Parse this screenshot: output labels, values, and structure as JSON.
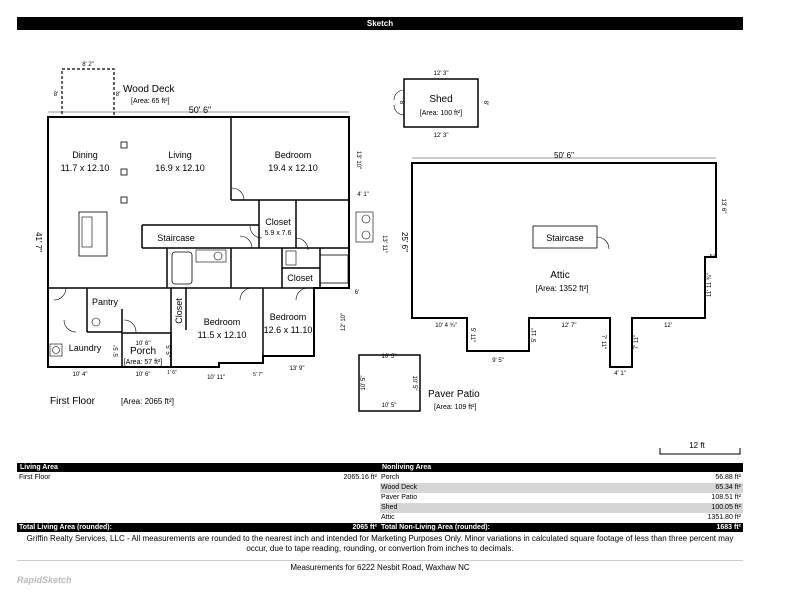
{
  "header": {
    "title": "Sketch"
  },
  "plan": {
    "floor_label": "First Floor",
    "floor_area": "[Area: 2065 ft²]",
    "wood_deck": {
      "name": "Wood Deck",
      "area": "[Area: 65 ft²]",
      "dim_w": "8' 2\"",
      "dim_h1": "8'",
      "dim_h2": "8'"
    },
    "shed": {
      "name": "Shed",
      "area": "[Area: 100 ft²]",
      "dim_top": "12' 3\"",
      "dim_bottom": "12' 3\"",
      "dim_left": "8'",
      "dim_right": "8'"
    },
    "attic": {
      "name": "Attic",
      "area": "[Area: 1352 ft²]",
      "staircase": "Staircase",
      "dim_top": "50' 6\"",
      "dim_left": "25' 6\"",
      "dim_r1": "13' 6\"",
      "dim_r2": "2'",
      "dim_r3": "11' 11 ¾\"",
      "dim_b1": "10' 4 ¾\"",
      "dim_b2": "5' 11\"",
      "dim_b3": "9' 5\"",
      "dim_b4": "5' 11\"",
      "dim_b5": "12' 7\"",
      "dim_b6": "7' 11\"",
      "dim_b7": "4' 1\"",
      "dim_b8": "7' 11\"",
      "dim_b9": "12'"
    },
    "paver": {
      "name": "Paver Patio",
      "area": "[Area: 109 ft²]",
      "dim_top": "10' 5\"",
      "dim_bottom": "10' 5\"",
      "dim_left": "10' 5\"",
      "dim_right": "10' 5\""
    },
    "rooms": {
      "dining": {
        "name": "Dining",
        "size": "11.7 x 12.10"
      },
      "living": {
        "name": "Living",
        "size": "16.9 x 12.10"
      },
      "bedroom1": {
        "name": "Bedroom",
        "size": "19.4 x 12.10"
      },
      "closet1": {
        "name": "Closet",
        "size": "5.9 x 7.6"
      },
      "staircase": {
        "name": "Staircase"
      },
      "closet2": {
        "name": "Closet"
      },
      "pantry": {
        "name": "Pantry"
      },
      "laundry": {
        "name": "Laundry"
      },
      "closet3": {
        "name": "Closet"
      },
      "porch": {
        "name": "Porch",
        "area": "[Area: 57 ft²]"
      },
      "bedroom2": {
        "name": "Bedroom",
        "size": "11.5 x 12.10"
      },
      "bedroom3": {
        "name": "Bedroom",
        "size": "12.6 x 11.10"
      }
    },
    "dims": {
      "top": "50' 6\"",
      "right1": "13' 10\"",
      "right2": "4' 1\"",
      "right3": "13' 11\"",
      "right4": "6'",
      "right5": "12' 10\"",
      "left": "41' 7\"",
      "bottom1": "10' 4\"",
      "bottom2": "10' 6\"",
      "bottom3": "10' 11\"",
      "bottom4": "13' 9\"",
      "porch_top": "10' 6\"",
      "porch_left": "5' 5\"",
      "porch_right": "5' 5\"",
      "small1": "1' 6\"",
      "small2": "5' 7\""
    },
    "scale": "12 ft"
  },
  "table": {
    "living_header": "Living Area",
    "living_rows": [
      {
        "label": "First Floor",
        "value": "2065.16 ft²"
      }
    ],
    "living_total_label": "Total Living Area (rounded):",
    "living_total_value": "2065 ft²",
    "nonliving_header": "Nonliving Area",
    "nonliving_rows": [
      {
        "label": "Porch",
        "value": "56.88 ft²"
      },
      {
        "label": "Wood Deck",
        "value": "65.34 ft²"
      },
      {
        "label": "Paver Patio",
        "value": "108.51 ft²"
      },
      {
        "label": "Shed",
        "value": "100.05 ft²"
      },
      {
        "label": "Attic",
        "value": "1351.80 ft²"
      }
    ],
    "nonliving_total_label": "Total Non-Living Area (rounded):",
    "nonliving_total_value": "1683 ft²"
  },
  "footer": {
    "disclaimer": "Griffin Realty Services, LLC - All measurements are rounded to the nearest inch and intended for Marketing Purposes Only.  Minor variations in calculated square footage of less than three percent may occur, due to tape reading, rounding, or convertion from inches to decimals.",
    "address": "Measurements for 6222 Nesbit Road, Waxhaw NC",
    "logo": "RapidSketch"
  }
}
